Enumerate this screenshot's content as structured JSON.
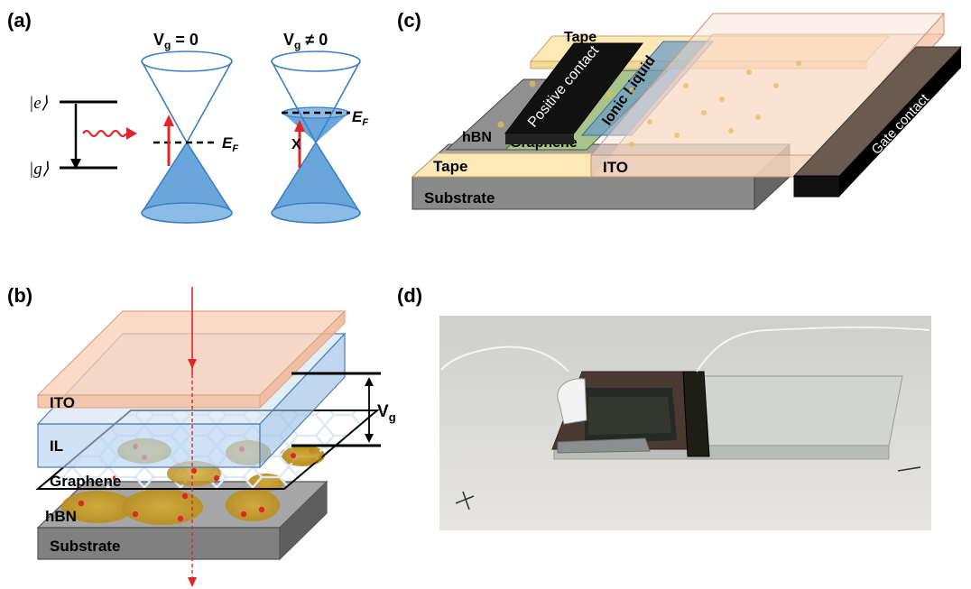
{
  "panels": {
    "a": {
      "label": "(a)",
      "state_e": "|e⟩",
      "state_g": "|g⟩",
      "cone1_title": "V",
      "cone1_sub": "g",
      "cone1_eq": " = 0",
      "cone2_title": "V",
      "cone2_sub": "g",
      "cone2_eq": " ≠ 0",
      "ef1": "E",
      "ef1_sub": "F",
      "ef2": "E",
      "ef2_sub": "F",
      "blocked": "X"
    },
    "b": {
      "label": "(b)",
      "ito": "ITO",
      "il": "IL",
      "graphene": "Graphene",
      "hbn": "hBN",
      "substrate": "Substrate",
      "vg": "V",
      "vg_sub": "g"
    },
    "c": {
      "label": "(c)",
      "tape_top": "Tape",
      "positive_contact": "Positive contact",
      "ionic_liquid": "Ionic Liquid",
      "hbn": "hBN",
      "graphene": "Graphene",
      "tape_bottom": "Tape",
      "ito": "ITO",
      "substrate": "Substrate",
      "gate_contact": "Gate contact"
    },
    "d": {
      "label": "(d)"
    }
  },
  "colors": {
    "cone_fill": "#6aa6dc",
    "cone_stroke": "#3b7fc4",
    "arrow_red": "#e0262a",
    "tape": "#fde9b8",
    "ito": "#f9cfb6",
    "il": "#b7d3ef",
    "substrate": "#7f7f7f",
    "hbn_blob": "#c9a12b",
    "graphene_green": "#a8c48c",
    "photo_bg": "#d9d8d4"
  }
}
